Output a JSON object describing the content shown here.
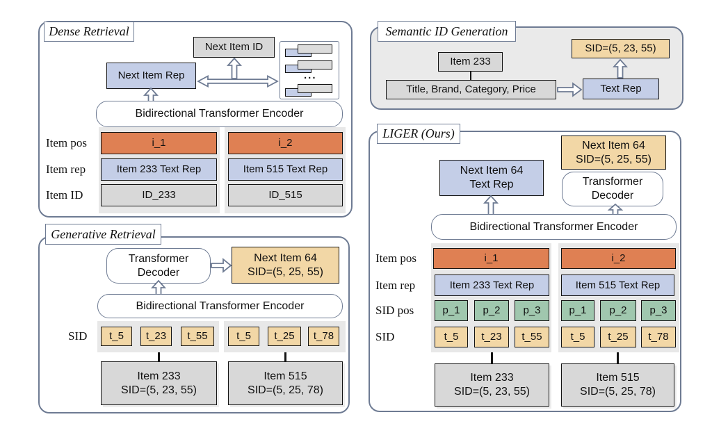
{
  "colors": {
    "panel_border": "#6E7B93",
    "item_pos_orange": "#DF8053",
    "text_rep_blue": "#C4CEE7",
    "sid_tan": "#F2D7A6",
    "sid_pos_green": "#A0C7AE",
    "id_gray": "#D8D8D8",
    "strip_gray": "#E8E8E8",
    "semantic_panel_bg": "#EAEAEA"
  },
  "dense": {
    "title": "Dense Retrieval",
    "next_item_id": "Next Item ID",
    "next_item_rep": "Next Item Rep",
    "encoder": "Bidirectional Transformer Encoder",
    "ellipsis": "...",
    "row_labels": {
      "pos": "Item pos",
      "rep": "Item rep",
      "id": "Item ID"
    },
    "items": [
      {
        "pos": "i_1",
        "rep": "Item 233 Text Rep",
        "id": "ID_233"
      },
      {
        "pos": "i_2",
        "rep": "Item 515 Text Rep",
        "id": "ID_515"
      }
    ]
  },
  "semantic": {
    "title": "Semantic ID Generation",
    "item": "Item 233",
    "attributes": "Title, Brand, Category, Price",
    "text_rep": "Text Rep",
    "sid": "SID=(5, 23, 55)"
  },
  "generative": {
    "title": "Generative Retrieval",
    "decoder": [
      "Transformer",
      "Decoder"
    ],
    "next_item": [
      "Next Item 64",
      "SID=(5, 25, 55)"
    ],
    "encoder": "Bidirectional Transformer Encoder",
    "sid_label": "SID",
    "tokens": [
      [
        "t_5",
        "t_23",
        "t_55"
      ],
      [
        "t_5",
        "t_25",
        "t_78"
      ]
    ],
    "items": [
      [
        "Item 233",
        "SID=(5, 23, 55)"
      ],
      [
        "Item 515",
        "SID=(5, 25, 78)"
      ]
    ]
  },
  "liger": {
    "title": "LIGER (Ours)",
    "next_item": [
      "Next Item 64",
      "SID=(5, 25, 55)"
    ],
    "next_item_rep": [
      "Next Item 64",
      "Text Rep"
    ],
    "decoder": [
      "Transformer",
      "Decoder"
    ],
    "encoder": "Bidirectional Transformer Encoder",
    "row_labels": {
      "pos": "Item pos",
      "rep": "Item rep",
      "sid_pos": "SID pos",
      "sid": "SID"
    },
    "item_pos": [
      "i_1",
      "i_2"
    ],
    "item_rep": [
      "Item 233 Text Rep",
      "Item 515 Text Rep"
    ],
    "sid_pos": [
      [
        "p_1",
        "p_2",
        "p_3"
      ],
      [
        "p_1",
        "p_2",
        "p_3"
      ]
    ],
    "tokens": [
      [
        "t_5",
        "t_23",
        "t_55"
      ],
      [
        "t_5",
        "t_25",
        "t_78"
      ]
    ],
    "items": [
      [
        "Item 233",
        "SID=(5, 23, 55)"
      ],
      [
        "Item 515",
        "SID=(5, 25, 78)"
      ]
    ]
  }
}
